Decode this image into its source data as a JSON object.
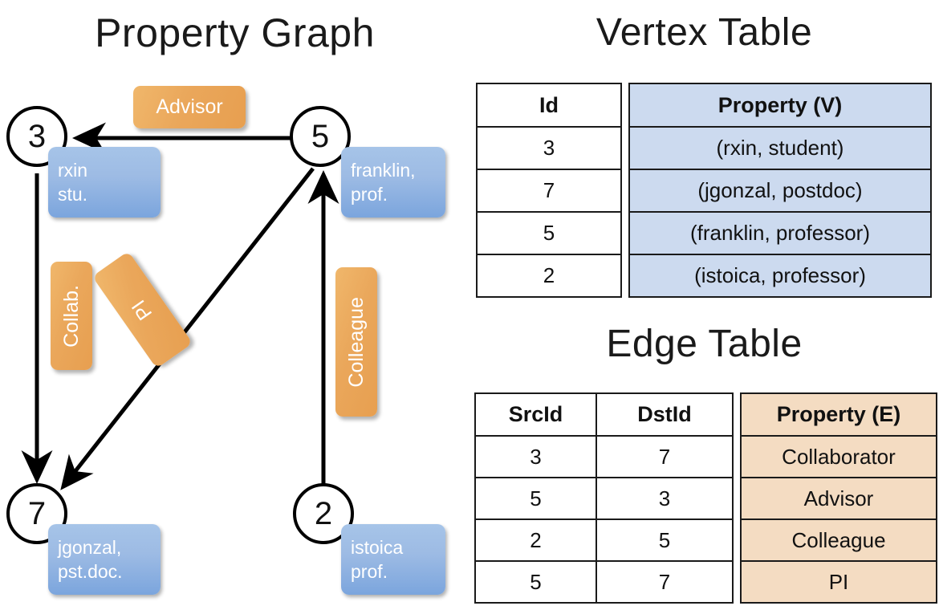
{
  "titles": {
    "graph": "Property Graph",
    "vertex": "Vertex Table",
    "edge": "Edge Table"
  },
  "colors": {
    "vertex_fill": "#ccdaef",
    "edge_fill": "#f4dcc2",
    "property_box": "#9dbbe4",
    "edge_label_box": "#eaa75b",
    "node_stroke": "#000000"
  },
  "graph": {
    "nodes": [
      {
        "id": "3",
        "property_lines": [
          "rxin",
          "stu."
        ]
      },
      {
        "id": "5",
        "property_lines": [
          "franklin,",
          "prof."
        ]
      },
      {
        "id": "7",
        "property_lines": [
          "jgonzal,",
          "pst.doc."
        ]
      },
      {
        "id": "2",
        "property_lines": [
          "istoica",
          "prof."
        ]
      }
    ],
    "edge_labels": [
      {
        "name": "advisor",
        "text": "Advisor"
      },
      {
        "name": "collab",
        "text": "Collab."
      },
      {
        "name": "pi",
        "text": "PI"
      },
      {
        "name": "colleague",
        "text": "Colleague"
      }
    ],
    "edges": [
      {
        "src": "5",
        "dst": "3",
        "label": "Advisor"
      },
      {
        "src": "3",
        "dst": "7",
        "label": "Collab."
      },
      {
        "src": "5",
        "dst": "7",
        "label": "PI"
      },
      {
        "src": "2",
        "dst": "5",
        "label": "Colleague"
      }
    ]
  },
  "vertex_table": {
    "headers": [
      "Id",
      "Property (V)"
    ],
    "rows": [
      {
        "id": "3",
        "property": "(rxin, student)"
      },
      {
        "id": "7",
        "property": "(jgonzal, postdoc)"
      },
      {
        "id": "5",
        "property": "(franklin, professor)"
      },
      {
        "id": "2",
        "property": "(istoica, professor)"
      }
    ]
  },
  "edge_table": {
    "headers": [
      "SrcId",
      "DstId",
      "Property (E)"
    ],
    "rows": [
      {
        "src": "3",
        "dst": "7",
        "property": "Collaborator"
      },
      {
        "src": "5",
        "dst": "3",
        "property": "Advisor"
      },
      {
        "src": "2",
        "dst": "5",
        "property": "Colleague"
      },
      {
        "src": "5",
        "dst": "7",
        "property": "PI"
      }
    ]
  }
}
